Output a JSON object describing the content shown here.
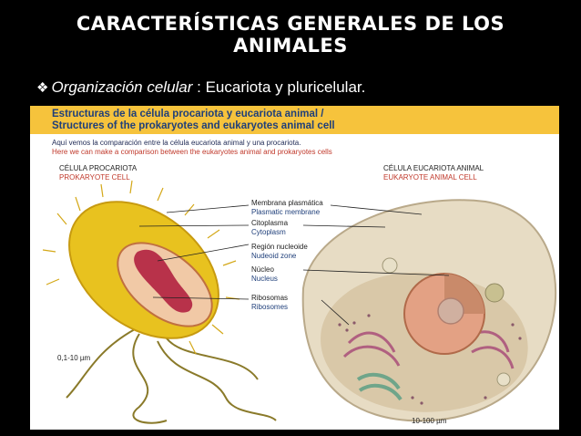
{
  "slide": {
    "title_line1": "CARACTERÍSTICAS GENERALES DE LOS",
    "title_line2": "ANIMALES",
    "bullet_term": "Organización celular",
    "bullet_colon": " : ",
    "bullet_text": "Eucariota y pluricelular."
  },
  "figure": {
    "title_es": "Estructuras de la célula procariota y eucariota animal /",
    "title_en": "Structures of the prokaryotes and eukaryotes animal cell",
    "intro_es": "Aquí vemos la comparación entre la célula eucariota animal y una procariota.",
    "intro_en": "Here we can make a comparison between the eukaryotes animal and prokaryotes cells",
    "prokaryote": {
      "es": "CÉLULA PROCARIOTA",
      "en": "PROKARYOTE CELL",
      "scale": "0,1-10 µm"
    },
    "eukaryote": {
      "es": "CÉLULA EUCARIOTA ANIMAL",
      "en": "EUKARYOTE ANIMAL CELL",
      "scale": "10-100 µm"
    },
    "parts": [
      {
        "es": "Membrana plasmática",
        "en": "Plasmatic membrane"
      },
      {
        "es": "Citoplasma",
        "en": "Cytoplasm"
      },
      {
        "es": "Región nucleoide",
        "en": "Nudeoid zone"
      },
      {
        "es": "Núcleo",
        "en": "Nucleus"
      },
      {
        "es": "Ribosomas",
        "en": "Ribosomes"
      }
    ],
    "colors": {
      "header": "#f6c33c",
      "bacterium": "#e8c21f",
      "nucleoid": "#b8324a",
      "cell_body": "#e7dcc4",
      "nucleus": "#e3a184"
    }
  }
}
